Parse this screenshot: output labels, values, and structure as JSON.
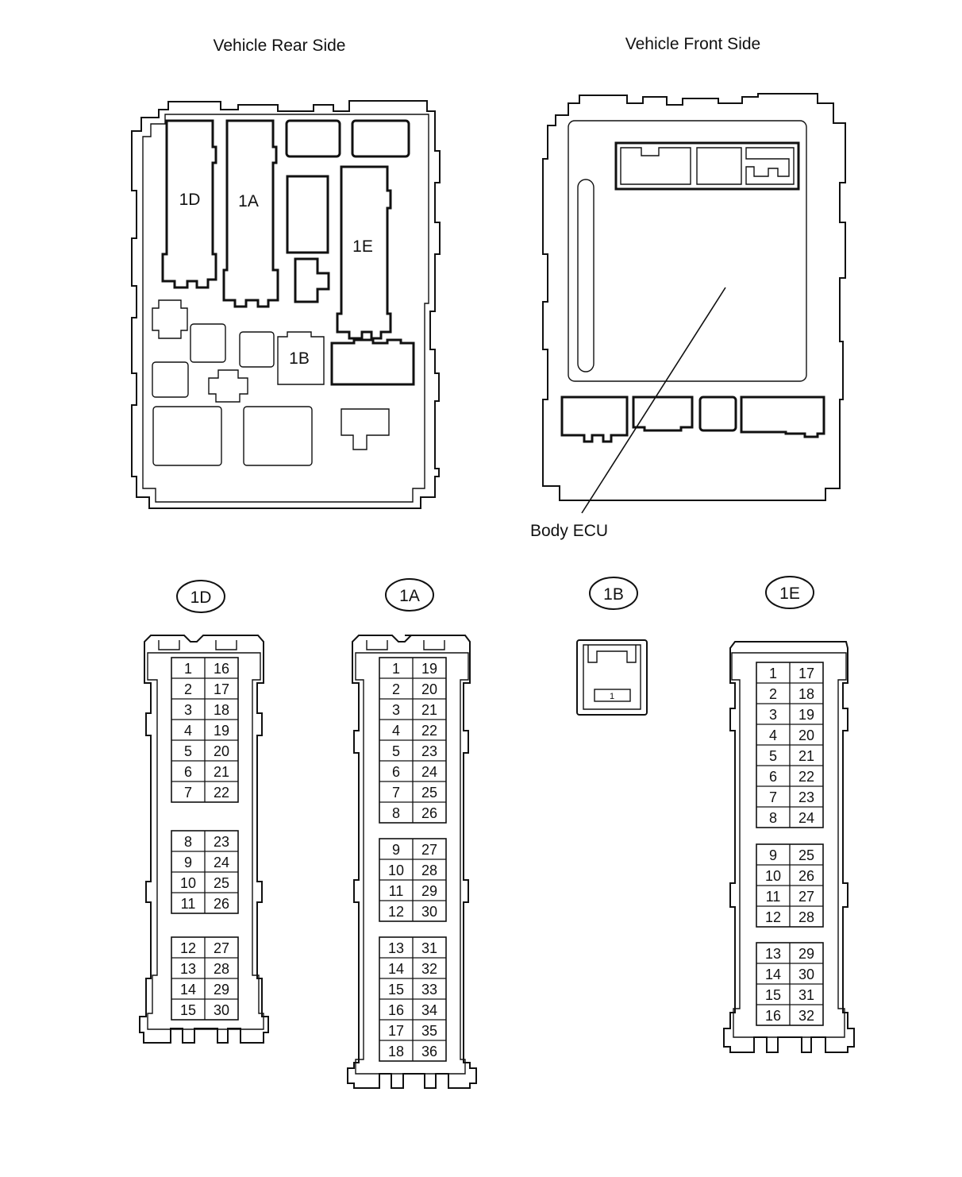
{
  "views": {
    "rear_title": "Vehicle Rear Side",
    "front_title": "Vehicle Front Side",
    "body_ecu_label": "Body ECU"
  },
  "rear_connector_labels": {
    "1D": "1D",
    "1A": "1A",
    "1E": "1E",
    "1B": "1B"
  },
  "connectors": {
    "1D": {
      "label": "1D",
      "groups": [
        [
          [
            1,
            16
          ],
          [
            2,
            17
          ],
          [
            3,
            18
          ],
          [
            4,
            19
          ],
          [
            5,
            20
          ],
          [
            6,
            21
          ],
          [
            7,
            22
          ]
        ],
        [
          [
            8,
            23
          ],
          [
            9,
            24
          ],
          [
            10,
            25
          ],
          [
            11,
            26
          ]
        ],
        [
          [
            12,
            27
          ],
          [
            13,
            28
          ],
          [
            14,
            29
          ],
          [
            15,
            30
          ]
        ]
      ]
    },
    "1A": {
      "label": "1A",
      "groups": [
        [
          [
            1,
            19
          ],
          [
            2,
            20
          ],
          [
            3,
            21
          ],
          [
            4,
            22
          ],
          [
            5,
            23
          ],
          [
            6,
            24
          ],
          [
            7,
            25
          ],
          [
            8,
            26
          ]
        ],
        [
          [
            9,
            27
          ],
          [
            10,
            28
          ],
          [
            11,
            29
          ],
          [
            12,
            30
          ]
        ],
        [
          [
            13,
            31
          ],
          [
            14,
            32
          ],
          [
            15,
            33
          ],
          [
            16,
            34
          ],
          [
            17,
            35
          ],
          [
            18,
            36
          ]
        ]
      ]
    },
    "1B": {
      "label": "1B",
      "pin": "1"
    },
    "1E": {
      "label": "1E",
      "groups": [
        [
          [
            1,
            17
          ],
          [
            2,
            18
          ],
          [
            3,
            19
          ],
          [
            4,
            20
          ],
          [
            5,
            21
          ],
          [
            6,
            22
          ],
          [
            7,
            23
          ],
          [
            8,
            24
          ]
        ],
        [
          [
            9,
            25
          ],
          [
            10,
            26
          ],
          [
            11,
            27
          ],
          [
            12,
            28
          ]
        ],
        [
          [
            13,
            29
          ],
          [
            14,
            30
          ],
          [
            15,
            31
          ],
          [
            16,
            32
          ]
        ]
      ]
    }
  }
}
